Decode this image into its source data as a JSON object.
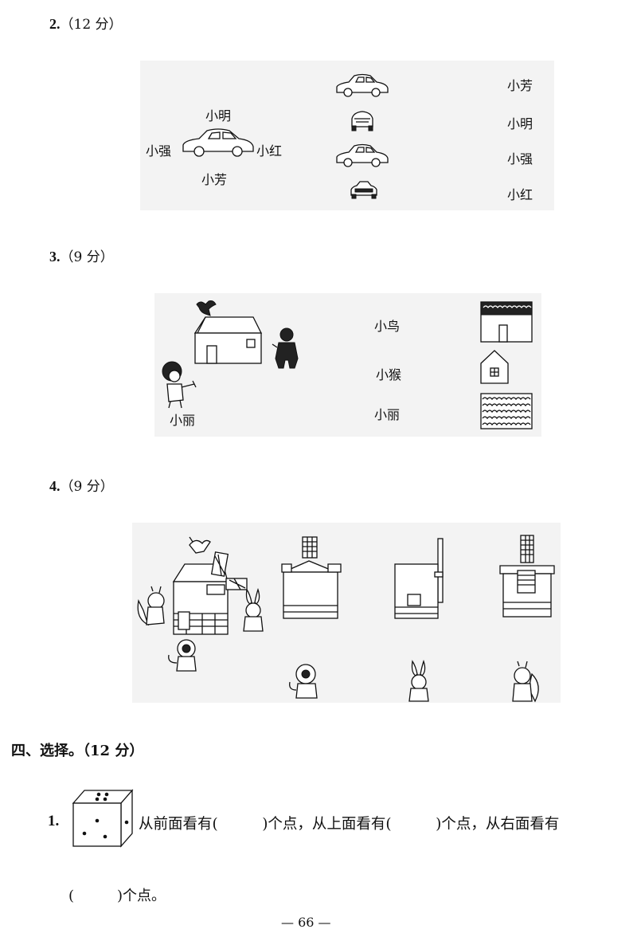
{
  "q2": {
    "num": "2.",
    "score": "（12 分）",
    "top": "小明",
    "left": "小强",
    "right": "小红",
    "bottom": "小芳",
    "answers": [
      "小芳",
      "小明",
      "小强",
      "小红"
    ]
  },
  "q3": {
    "num": "3.",
    "score": "（9 分）",
    "girl": "小丽",
    "answers": [
      "小鸟",
      "小猴",
      "小丽"
    ]
  },
  "q4": {
    "num": "4.",
    "score": "（9 分）"
  },
  "section4": {
    "title": "四、选择。（12 分）"
  },
  "q5": {
    "num": "1.",
    "line1": "从前面看有(　　　)个点，从上面看有(　　　)个点，从右面看有",
    "line2": "(　　　)个点。"
  },
  "page": {
    "number": "— 66 —"
  }
}
